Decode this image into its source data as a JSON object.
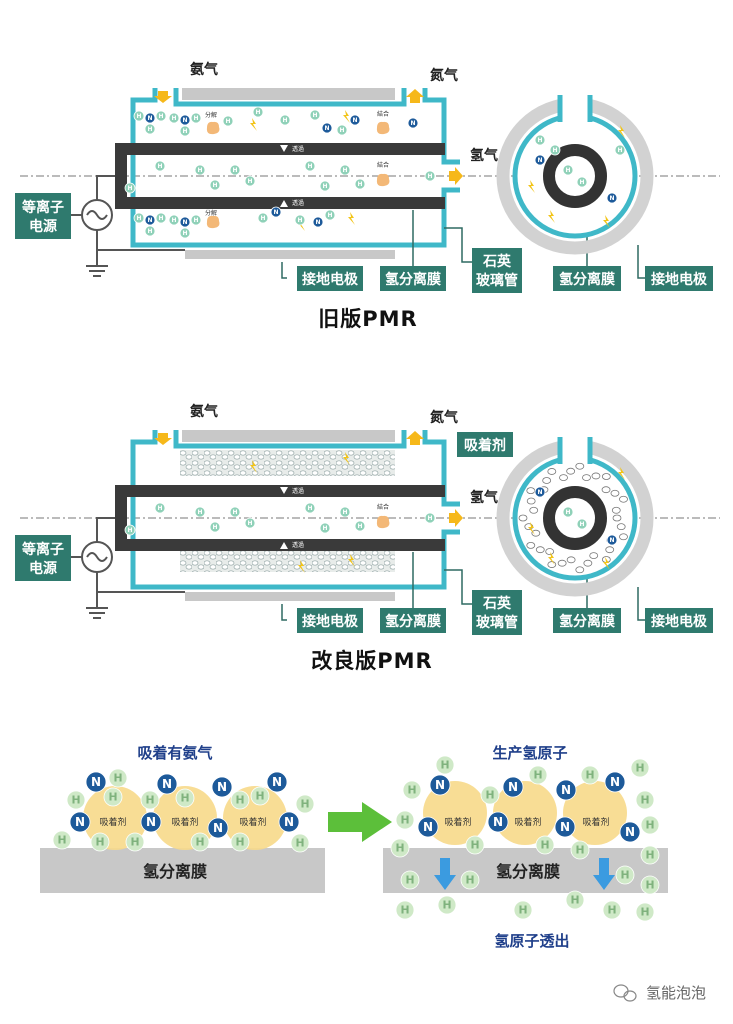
{
  "old_pmr": {
    "title": "旧版PMR",
    "ammonia_in": "氨气",
    "nitrogen_out": "氮气",
    "hydrogen_out": "氢气",
    "decompose": "分解",
    "combine": "結合",
    "permeate": "透過",
    "power_label_1": "等离子",
    "power_label_2": "电源",
    "ground_electrode": "接地电极",
    "membrane": "氢分离膜",
    "quartz_1": "石英",
    "quartz_2": "玻璃管",
    "membrane_cross": "氢分离膜",
    "ground_cross": "接地电极"
  },
  "new_pmr": {
    "title": "改良版PMR",
    "ammonia_in": "氨气",
    "nitrogen_out": "氮气",
    "hydrogen_out": "氢气",
    "adsorbent": "吸着剂",
    "combine": "結合",
    "permeate": "透過",
    "power_label_1": "等离子",
    "power_label_2": "电源",
    "ground_electrode": "接地电极",
    "membrane": "氢分离膜",
    "quartz_1": "石英",
    "quartz_2": "玻璃管",
    "membrane_cross": "氢分离膜",
    "ground_cross": "接地电极"
  },
  "mechanism": {
    "left_title": "吸着有氨气",
    "right_title": "生产氢原子",
    "bottom_title": "氢原子透出",
    "adsorbent": "吸着剂",
    "membrane": "氢分离膜",
    "atom_h": "H",
    "atom_n": "N"
  },
  "watermark": "氢能泡泡",
  "colors": {
    "teal": "#3fb8c8",
    "dark": "#3a3a3a",
    "label": "#2f7a6e",
    "grey": "#c8c8c8",
    "yellow": "#f7d98a",
    "green": "#5cbf3a",
    "arrow_blue": "#3b9be0",
    "n_blue": "#1d5a9a",
    "h_green": "#8fd1b8"
  }
}
